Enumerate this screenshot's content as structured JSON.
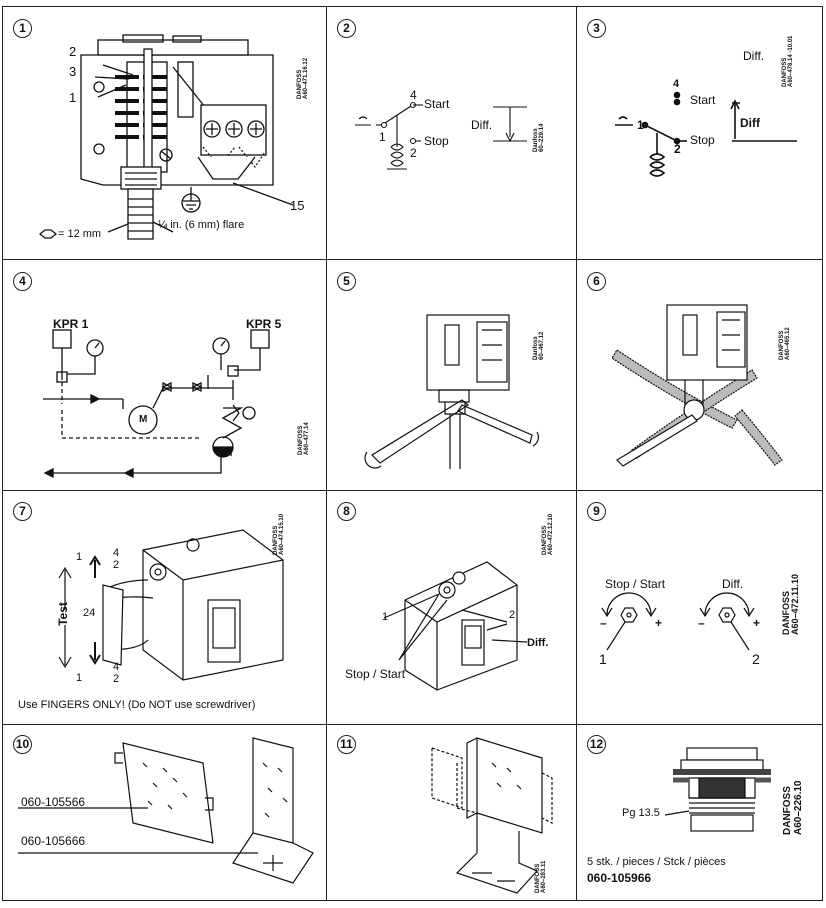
{
  "panels": [
    {
      "number": "1",
      "callouts": [
        "2",
        "3",
        "1",
        "15"
      ],
      "hex_label": "= 12 mm",
      "flare_label": "¼ in. (6 mm) flare",
      "code_brand": "DANFOSS",
      "code_id": "A60–471.16.12"
    },
    {
      "number": "2",
      "start_label": "Start",
      "stop_label": "Stop",
      "diff_label": "Diff.",
      "terminal_4": "4",
      "terminal_2": "2",
      "terminal_1": "1",
      "code_brand": "Danfoss",
      "code_id": "60–229.14"
    },
    {
      "number": "3",
      "start_label": "Start",
      "stop_label": "Stop",
      "diff_label": "Diff",
      "diff_top_label": "Diff.",
      "terminal_4": "4",
      "terminal_2": "2",
      "terminal_1": "1",
      "code_brand": "DANFOSS",
      "code_id": "A60–478.14 -10.01"
    },
    {
      "number": "4",
      "label_left": "KPR 1",
      "label_right": "KPR 5",
      "motor_label": "M",
      "code_brand": "DANFOSS",
      "code_id": "A60–477.14"
    },
    {
      "number": "5",
      "code_brand": "Danfoss",
      "code_id": "60–467.12"
    },
    {
      "number": "6",
      "code_brand": "DANFOSS",
      "code_id": "A60–465.12"
    },
    {
      "number": "7",
      "test_label": "Test",
      "term_1": "1",
      "term_4": "4",
      "term_2": "2",
      "term_24": "24",
      "note": "Use FINGERS ONLY! (Do NOT use screwdriver)",
      "code_brand": "DANFOSS",
      "code_id": "A60–474.15.10"
    },
    {
      "number": "8",
      "label_1": "1",
      "label_2": "2",
      "diff_label": "Diff.",
      "stopstart_label": "Stop / Start",
      "code_brand": "DANFOSS",
      "code_id": "A60–472.12.10"
    },
    {
      "number": "9",
      "stopstart_label": "Stop / Start",
      "diff_label": "Diff.",
      "minus": "–",
      "plus": "+",
      "label_1": "1",
      "label_2": "2",
      "code_brand": "DANFOSS",
      "code_id": "A60–472.11.10"
    },
    {
      "number": "10",
      "part_1": "060-105566",
      "part_2": "060-105666"
    },
    {
      "number": "11",
      "code_brand": "DANFOSS",
      "code_id": "A60–283.11"
    },
    {
      "number": "12",
      "pg_label": "Pg 13.5",
      "qty_line": "5 stk. / pieces / Stck / pièces",
      "part": "060-105966",
      "code_brand": "DANFOSS",
      "code_id": "A60–226.10"
    }
  ]
}
